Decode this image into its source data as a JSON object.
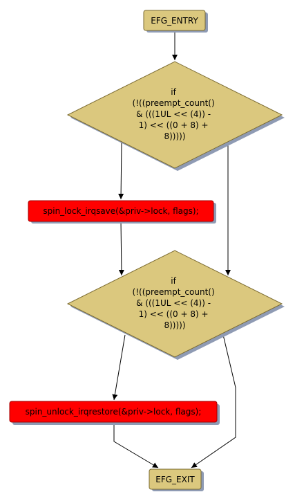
{
  "colors": {
    "terminal_fill": "#dbc87e",
    "decision_fill": "#dbc87e",
    "action_fill": "#ff0000",
    "shadow": "#8f9bb4",
    "border": "#7a6a30",
    "edge": "#000000"
  },
  "nodes": {
    "entry": {
      "label": "EFG_ENTRY"
    },
    "cond1": {
      "lines": [
        "if",
        "(!((preempt_count()",
        "& (((1UL << (4)) -",
        "1) << ((0 + 8) +",
        "8)))))"
      ]
    },
    "lock": {
      "label": "spin_lock_irqsave(&priv->lock, flags);"
    },
    "cond2": {
      "lines": [
        "if",
        "(!((preempt_count()",
        "& (((1UL << (4)) -",
        "1) << ((0 + 8) +",
        "8)))))"
      ]
    },
    "unlock": {
      "label": "spin_unlock_irqrestore(&priv->lock, flags);"
    },
    "exit": {
      "label": "EFG_EXIT"
    }
  }
}
